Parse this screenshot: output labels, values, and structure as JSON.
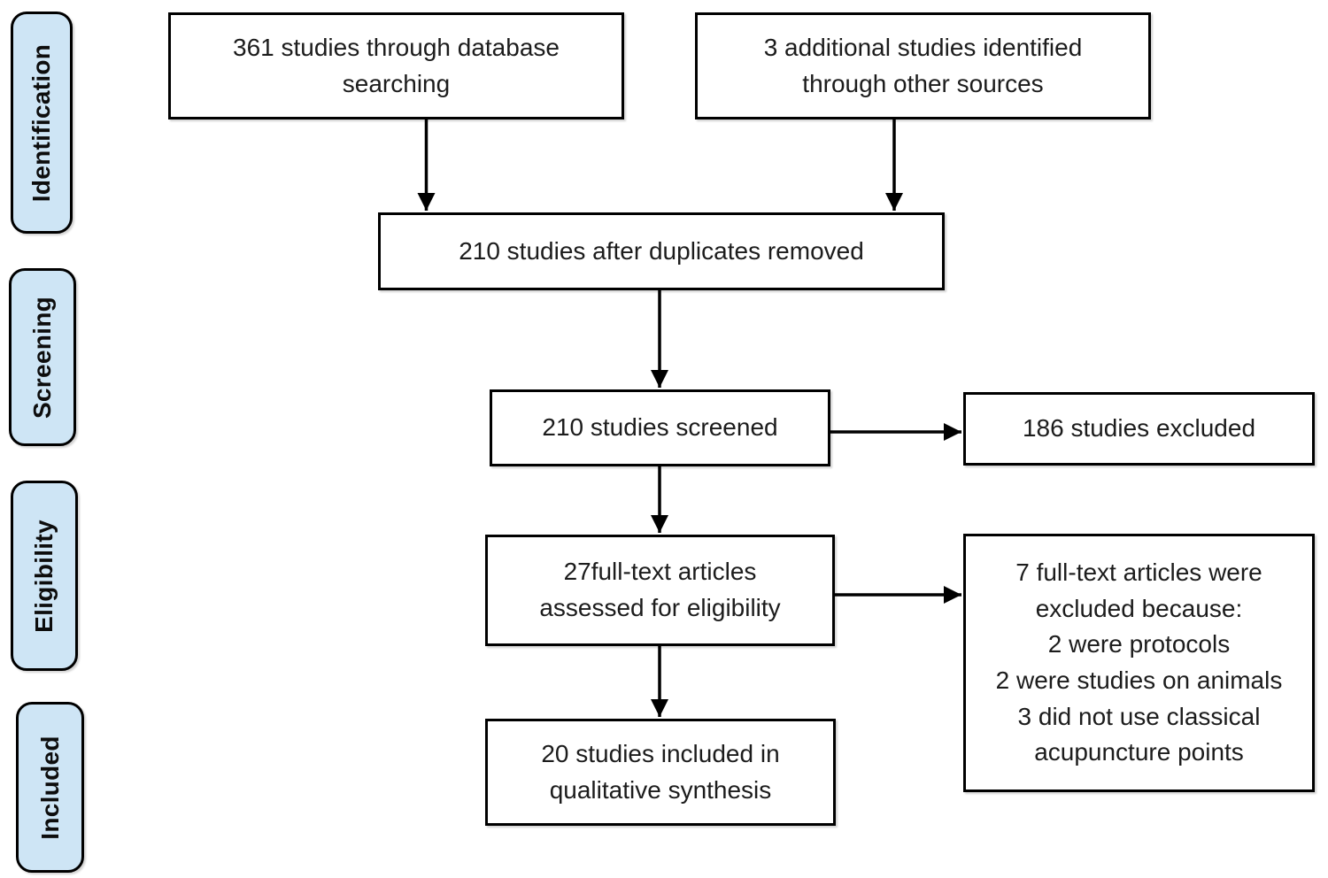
{
  "diagram": {
    "stages": [
      {
        "label": "Identification"
      },
      {
        "label": "Screening"
      },
      {
        "label": "Eligibility"
      },
      {
        "label": "Included"
      }
    ],
    "boxes": {
      "database": [
        "361 studies through database",
        "searching"
      ],
      "other_sources": [
        "3 additional studies identified",
        "through other sources"
      ],
      "after_duplicates": [
        "210 studies after duplicates removed"
      ],
      "screened": [
        "210 studies screened"
      ],
      "excluded_screening": [
        "186 studies excluded"
      ],
      "fulltext_assessed": [
        "27full-text articles",
        "assessed for eligibility"
      ],
      "fulltext_excluded": [
        "7 full-text articles were",
        "excluded because:",
        "2 were protocols",
        "2 were studies on animals",
        "3 did not use classical",
        "acupuncture points"
      ],
      "included_qualitative": [
        "20 studies included in",
        "qualitative synthesis"
      ]
    },
    "colors": {
      "stage_fill": "#CEE5F5",
      "box_border": "#000000",
      "arrow": "#000000"
    }
  }
}
